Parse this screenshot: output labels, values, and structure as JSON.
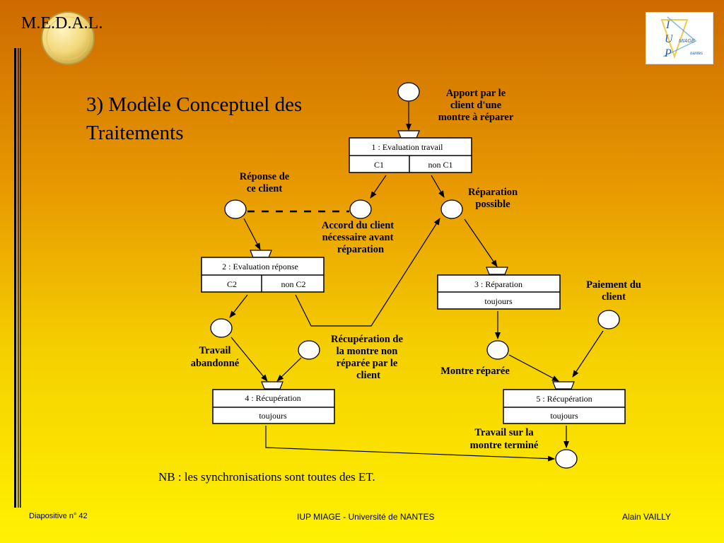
{
  "header": {
    "brand": "M.E.D.A.L.",
    "title_line1": "3) Modèle Conceptuel des",
    "title_line2": "Traitements"
  },
  "logo": {
    "letters": [
      "I",
      "U",
      "P"
    ],
    "word1": "MIAGE",
    "word2": "nantes"
  },
  "diagram": {
    "op1": {
      "title": "1 : Evaluation travail",
      "left": "C1",
      "right": "non C1"
    },
    "op2": {
      "title": "2 : Evaluation réponse",
      "left": "C2",
      "right": "non C2"
    },
    "op3": {
      "title": "3 : Réparation",
      "rule": "toujours"
    },
    "op4": {
      "title": "4 : Récupération",
      "rule": "toujours"
    },
    "op5": {
      "title": "5 : Récupération",
      "rule": "toujours"
    },
    "events": {
      "apport": [
        "Apport par le",
        "client d'une",
        "montre à réparer"
      ],
      "reponse": [
        "Réponse de",
        "ce client"
      ],
      "accord": [
        "Accord du client",
        "nécessaire avant",
        "réparation"
      ],
      "reparation_possible": [
        "Réparation",
        "possible"
      ],
      "paiement": [
        "Paiement du",
        "client"
      ],
      "travail_abandonne": [
        "Travail",
        "abandonné"
      ],
      "recuperation_non_reparee": [
        "Récupération de",
        "la montre non",
        "réparée par le",
        "client"
      ],
      "montre_reparee": [
        "Montre réparée"
      ],
      "travail_termine": [
        "Travail sur la",
        "montre terminé"
      ]
    }
  },
  "note": "NB : les synchronisations sont toutes des ET.",
  "footer": {
    "left": "Diapositive n° 42",
    "center": "IUP MIAGE - Université de NANTES",
    "right": "Alain VAILLY"
  }
}
